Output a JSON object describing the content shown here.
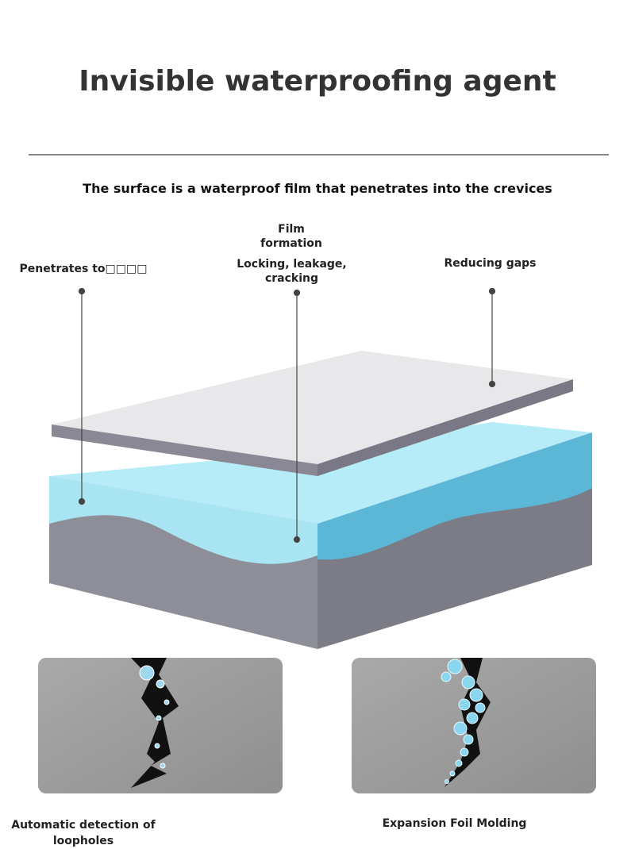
{
  "header": {
    "title": "Invisible waterproofing agent",
    "subtitle": "The surface is a waterproof film that penetrates into the crevices"
  },
  "diagram": {
    "labels": {
      "penetrates": "Penetrates to□□□□",
      "film_formation": "Film formation",
      "locking": "Locking, leakage, cracking",
      "reducing_gaps": "Reducing gaps"
    },
    "colors": {
      "film_top": "#e8e8ea",
      "film_edge": "#8a8894",
      "water": "#a8e4f2",
      "water_side": "#5cb6d6",
      "concrete": "#8e8e98",
      "concrete_side": "#7c7c86"
    }
  },
  "panels": [
    {
      "caption": "Automatic detection of loopholes"
    },
    {
      "caption": "Expansion Foil Molding"
    }
  ]
}
